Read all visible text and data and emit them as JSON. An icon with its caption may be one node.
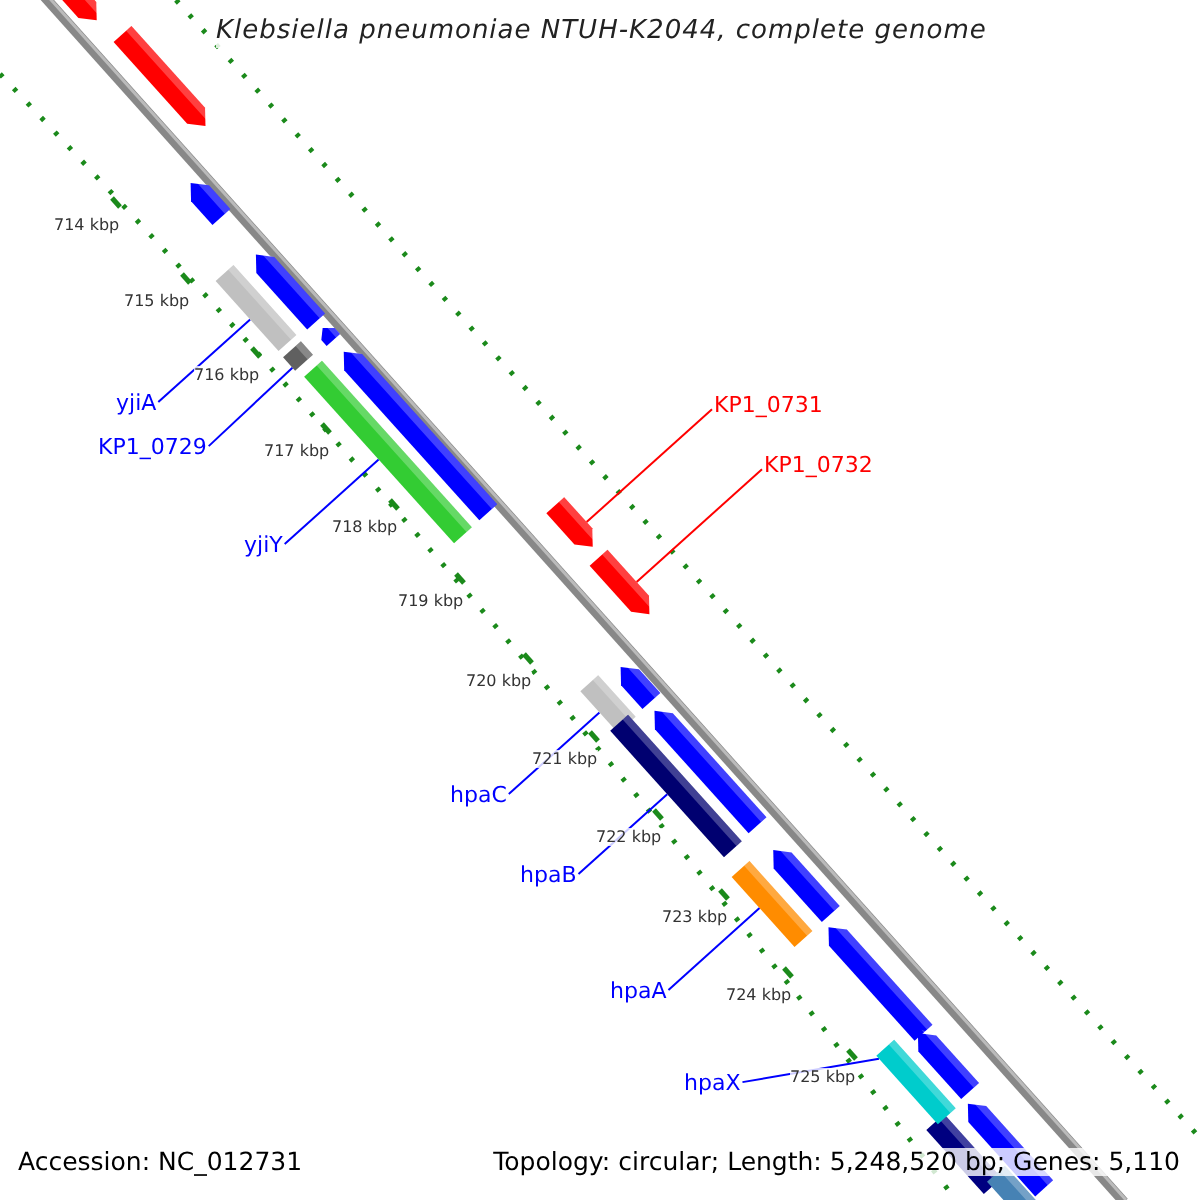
{
  "diagram": {
    "title": "Klebsiella pneumoniae NTUH-K2044, complete genome",
    "nodes": [
      {
        "text": [
          "yjiA"
        ]
      },
      {
        "text": [
          "KP1_0729"
        ]
      },
      {
        "text": [
          "yjiY"
        ]
      },
      {
        "text": [
          "KP1_0731"
        ]
      },
      {
        "text": [
          "KP1_0732"
        ]
      },
      {
        "text": [
          "hpaC"
        ]
      },
      {
        "text": [
          "hpaB"
        ]
      },
      {
        "text": [
          "hpaA"
        ]
      },
      {
        "text": [
          "hpaX"
        ]
      },
      {
        "text": [],
        "shape": "bar"
      },
      {
        "text": [],
        "shape": "bar"
      },
      {
        "text": [],
        "shape": "bar"
      },
      {
        "text": [],
        "shape": "arrow"
      },
      {
        "text": [],
        "shape": "arrow"
      },
      {
        "text": [],
        "shape": "bar"
      },
      {
        "text": [],
        "shape": "bar"
      },
      {
        "text": [],
        "shape": "bar"
      },
      {
        "text": [],
        "shape": "bar"
      }
    ],
    "edges": [
      {
        "from": 0,
        "to": 9,
        "arrow": "none"
      },
      {
        "from": 1,
        "to": 10,
        "arrow": "none"
      },
      {
        "from": 2,
        "to": 11,
        "arrow": "none"
      },
      {
        "from": 3,
        "to": 12,
        "arrow": "none",
        "color": "#ff0000"
      },
      {
        "from": 4,
        "to": 13,
        "arrow": "none",
        "color": "#ff0000"
      },
      {
        "from": 5,
        "to": 14,
        "arrow": "none"
      },
      {
        "from": 6,
        "to": 15,
        "arrow": "none"
      },
      {
        "from": 7,
        "to": 16,
        "arrow": "none"
      },
      {
        "from": 8,
        "to": 17,
        "arrow": "none"
      }
    ],
    "labels": [
      "714 kbp",
      "715 kbp",
      "716 kbp",
      "717 kbp",
      "718 kbp",
      "719 kbp",
      "720 kbp",
      "721 kbp",
      "722 kbp",
      "723 kbp",
      "724 kbp",
      "725 kbp",
      "Accession: NC_012731",
      "Topology: circular; Length: 5,248,520 bp; Genes: 5,110"
    ]
  }
}
